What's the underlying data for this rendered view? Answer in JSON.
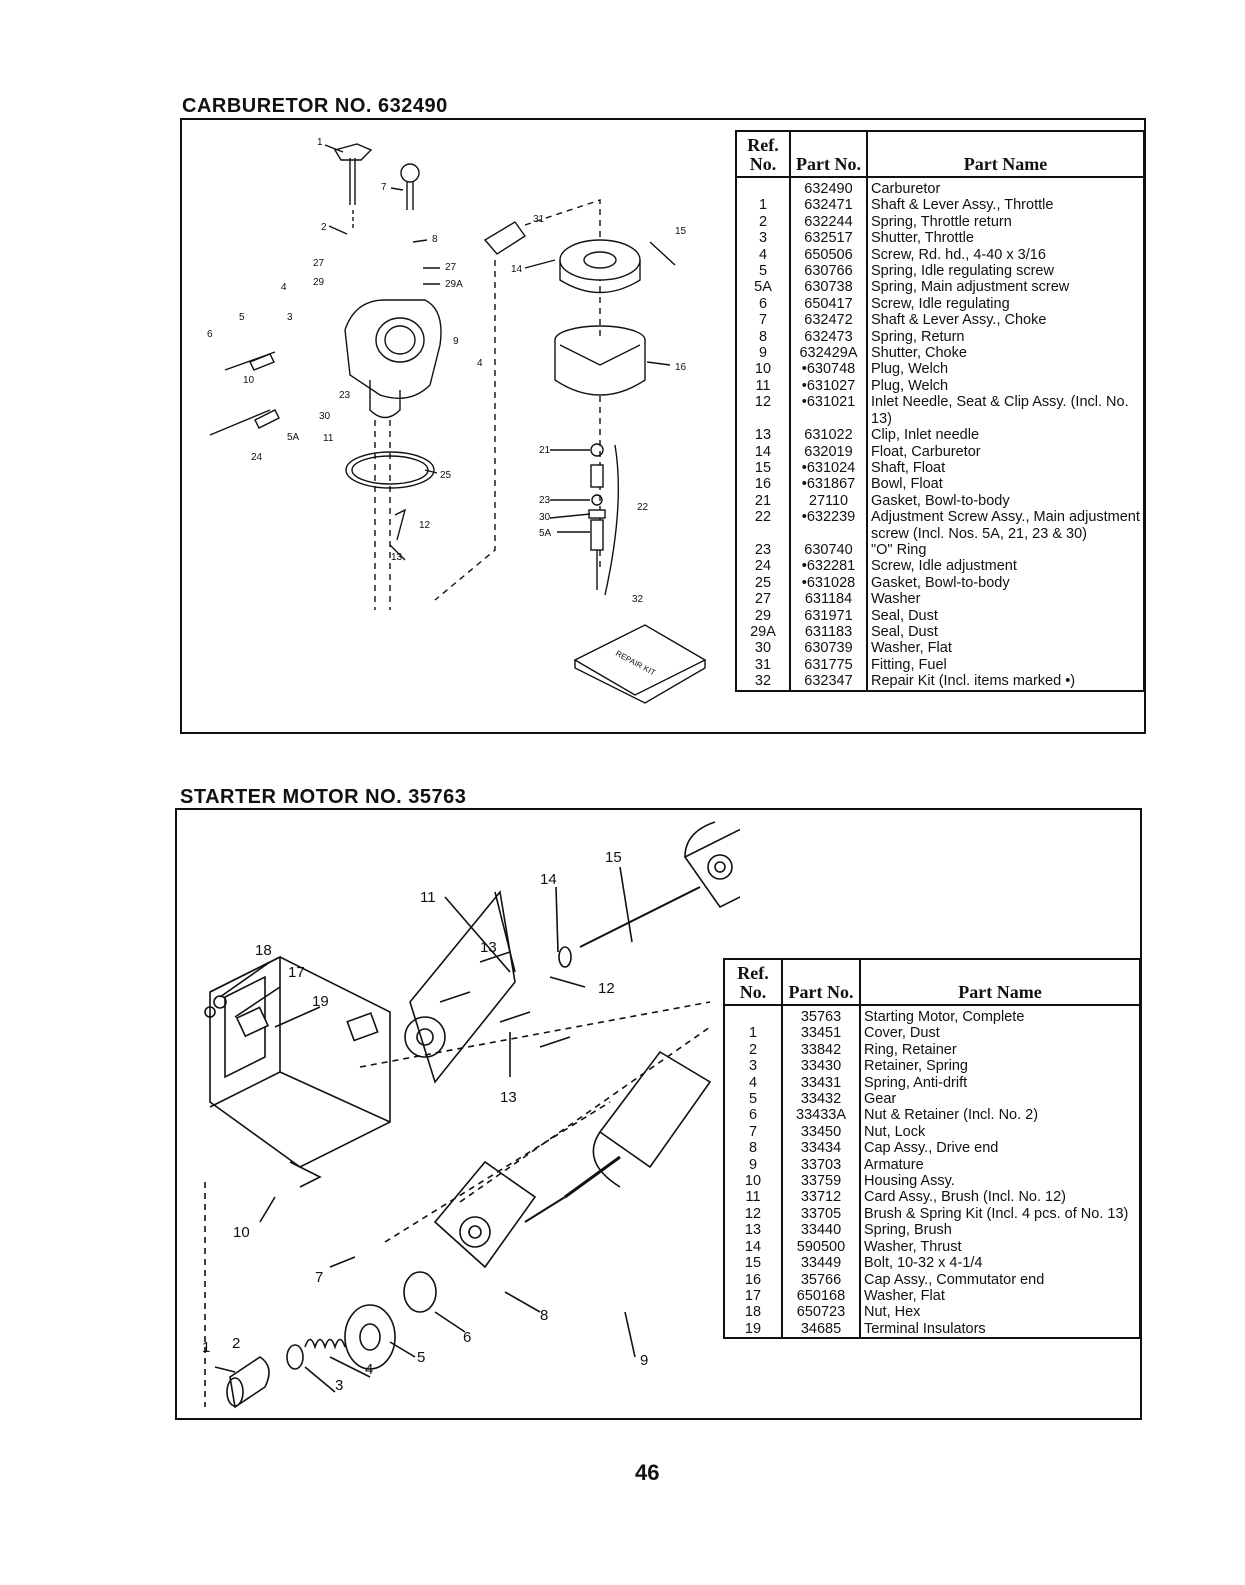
{
  "carburetor": {
    "title": "CARBURETOR NO. 632490",
    "headers": {
      "ref": "Ref. No.",
      "part": "Part No.",
      "name": "Part Name"
    },
    "rows": [
      {
        "ref": "",
        "part": "632490",
        "name": "Carburetor"
      },
      {
        "ref": "1",
        "part": "632471",
        "name": "Shaft & Lever Assy., Throttle"
      },
      {
        "ref": "2",
        "part": "632244",
        "name": "Spring, Throttle return"
      },
      {
        "ref": "3",
        "part": "632517",
        "name": "Shutter, Throttle"
      },
      {
        "ref": "4",
        "part": "650506",
        "name": "Screw, Rd. hd., 4-40 x 3/16"
      },
      {
        "ref": "5",
        "part": "630766",
        "name": "Spring, Idle regulating screw"
      },
      {
        "ref": "5A",
        "part": "630738",
        "name": "Spring, Main adjustment screw"
      },
      {
        "ref": "6",
        "part": "650417",
        "name": "Screw, Idle regulating"
      },
      {
        "ref": "7",
        "part": "632472",
        "name": "Shaft & Lever Assy., Choke"
      },
      {
        "ref": "8",
        "part": "632473",
        "name": "Spring, Return"
      },
      {
        "ref": "9",
        "part": "632429A",
        "name": "Shutter, Choke"
      },
      {
        "ref": "10",
        "part": "•630748",
        "name": "Plug, Welch"
      },
      {
        "ref": "11",
        "part": "•631027",
        "name": "Plug, Welch"
      },
      {
        "ref": "12",
        "part": "•631021",
        "name": "Inlet Needle, Seat & Clip Assy. (Incl. No. 13)"
      },
      {
        "ref": "13",
        "part": "631022",
        "name": "Clip, Inlet needle"
      },
      {
        "ref": "14",
        "part": "632019",
        "name": "Float, Carburetor"
      },
      {
        "ref": "15",
        "part": "•631024",
        "name": "Shaft, Float"
      },
      {
        "ref": "16",
        "part": "•631867",
        "name": "Bowl, Float"
      },
      {
        "ref": "21",
        "part": "27110",
        "name": "Gasket, Bowl-to-body"
      },
      {
        "ref": "22",
        "part": "•632239",
        "name": "Adjustment Screw Assy., Main adjustment screw (Incl. Nos. 5A, 21, 23 & 30)"
      },
      {
        "ref": "23",
        "part": "630740",
        "name": "\"O\" Ring"
      },
      {
        "ref": "24",
        "part": "•632281",
        "name": "Screw, Idle adjustment"
      },
      {
        "ref": "25",
        "part": "•631028",
        "name": "Gasket, Bowl-to-body"
      },
      {
        "ref": "27",
        "part": "631184",
        "name": "Washer"
      },
      {
        "ref": "29",
        "part": "631971",
        "name": "Seal, Dust"
      },
      {
        "ref": "29A",
        "part": "631183",
        "name": "Seal, Dust"
      },
      {
        "ref": "30",
        "part": "630739",
        "name": "Washer, Flat"
      },
      {
        "ref": "31",
        "part": "631775",
        "name": "Fitting, Fuel"
      },
      {
        "ref": "32",
        "part": "632347",
        "name": "Repair Kit (Incl. items marked •)"
      }
    ],
    "repair_kit_label": "REPAIR KIT"
  },
  "starter": {
    "title": "STARTER MOTOR NO. 35763",
    "headers": {
      "ref": "Ref. No.",
      "part": "Part No.",
      "name": "Part Name"
    },
    "rows": [
      {
        "ref": "",
        "part": "35763",
        "name": "Starting Motor, Complete"
      },
      {
        "ref": "1",
        "part": "33451",
        "name": "Cover, Dust"
      },
      {
        "ref": "2",
        "part": "33842",
        "name": "Ring, Retainer"
      },
      {
        "ref": "3",
        "part": "33430",
        "name": "Retainer, Spring"
      },
      {
        "ref": "4",
        "part": "33431",
        "name": "Spring, Anti-drift"
      },
      {
        "ref": "5",
        "part": "33432",
        "name": "Gear"
      },
      {
        "ref": "6",
        "part": "33433A",
        "name": "Nut & Retainer (Incl. No. 2)"
      },
      {
        "ref": "7",
        "part": "33450",
        "name": "Nut, Lock"
      },
      {
        "ref": "8",
        "part": "33434",
        "name": "Cap Assy., Drive end"
      },
      {
        "ref": "9",
        "part": "33703",
        "name": "Armature"
      },
      {
        "ref": "10",
        "part": "33759",
        "name": "Housing Assy."
      },
      {
        "ref": "11",
        "part": "33712",
        "name": "Card Assy., Brush (Incl. No. 12)"
      },
      {
        "ref": "12",
        "part": "33705",
        "name": "Brush & Spring Kit (Incl. 4 pcs. of No. 13)"
      },
      {
        "ref": "13",
        "part": "33440",
        "name": "Spring, Brush"
      },
      {
        "ref": "14",
        "part": "590500",
        "name": "Washer, Thrust"
      },
      {
        "ref": "15",
        "part": "33449",
        "name": "Bolt, 10-32 x 4-1/4"
      },
      {
        "ref": "16",
        "part": "35766",
        "name": "Cap Assy., Commutator end"
      },
      {
        "ref": "17",
        "part": "650168",
        "name": "Washer, Flat"
      },
      {
        "ref": "18",
        "part": "650723",
        "name": "Nut, Hex"
      },
      {
        "ref": "19",
        "part": "34685",
        "name": "Terminal Insulators"
      }
    ]
  },
  "page_number": "46"
}
